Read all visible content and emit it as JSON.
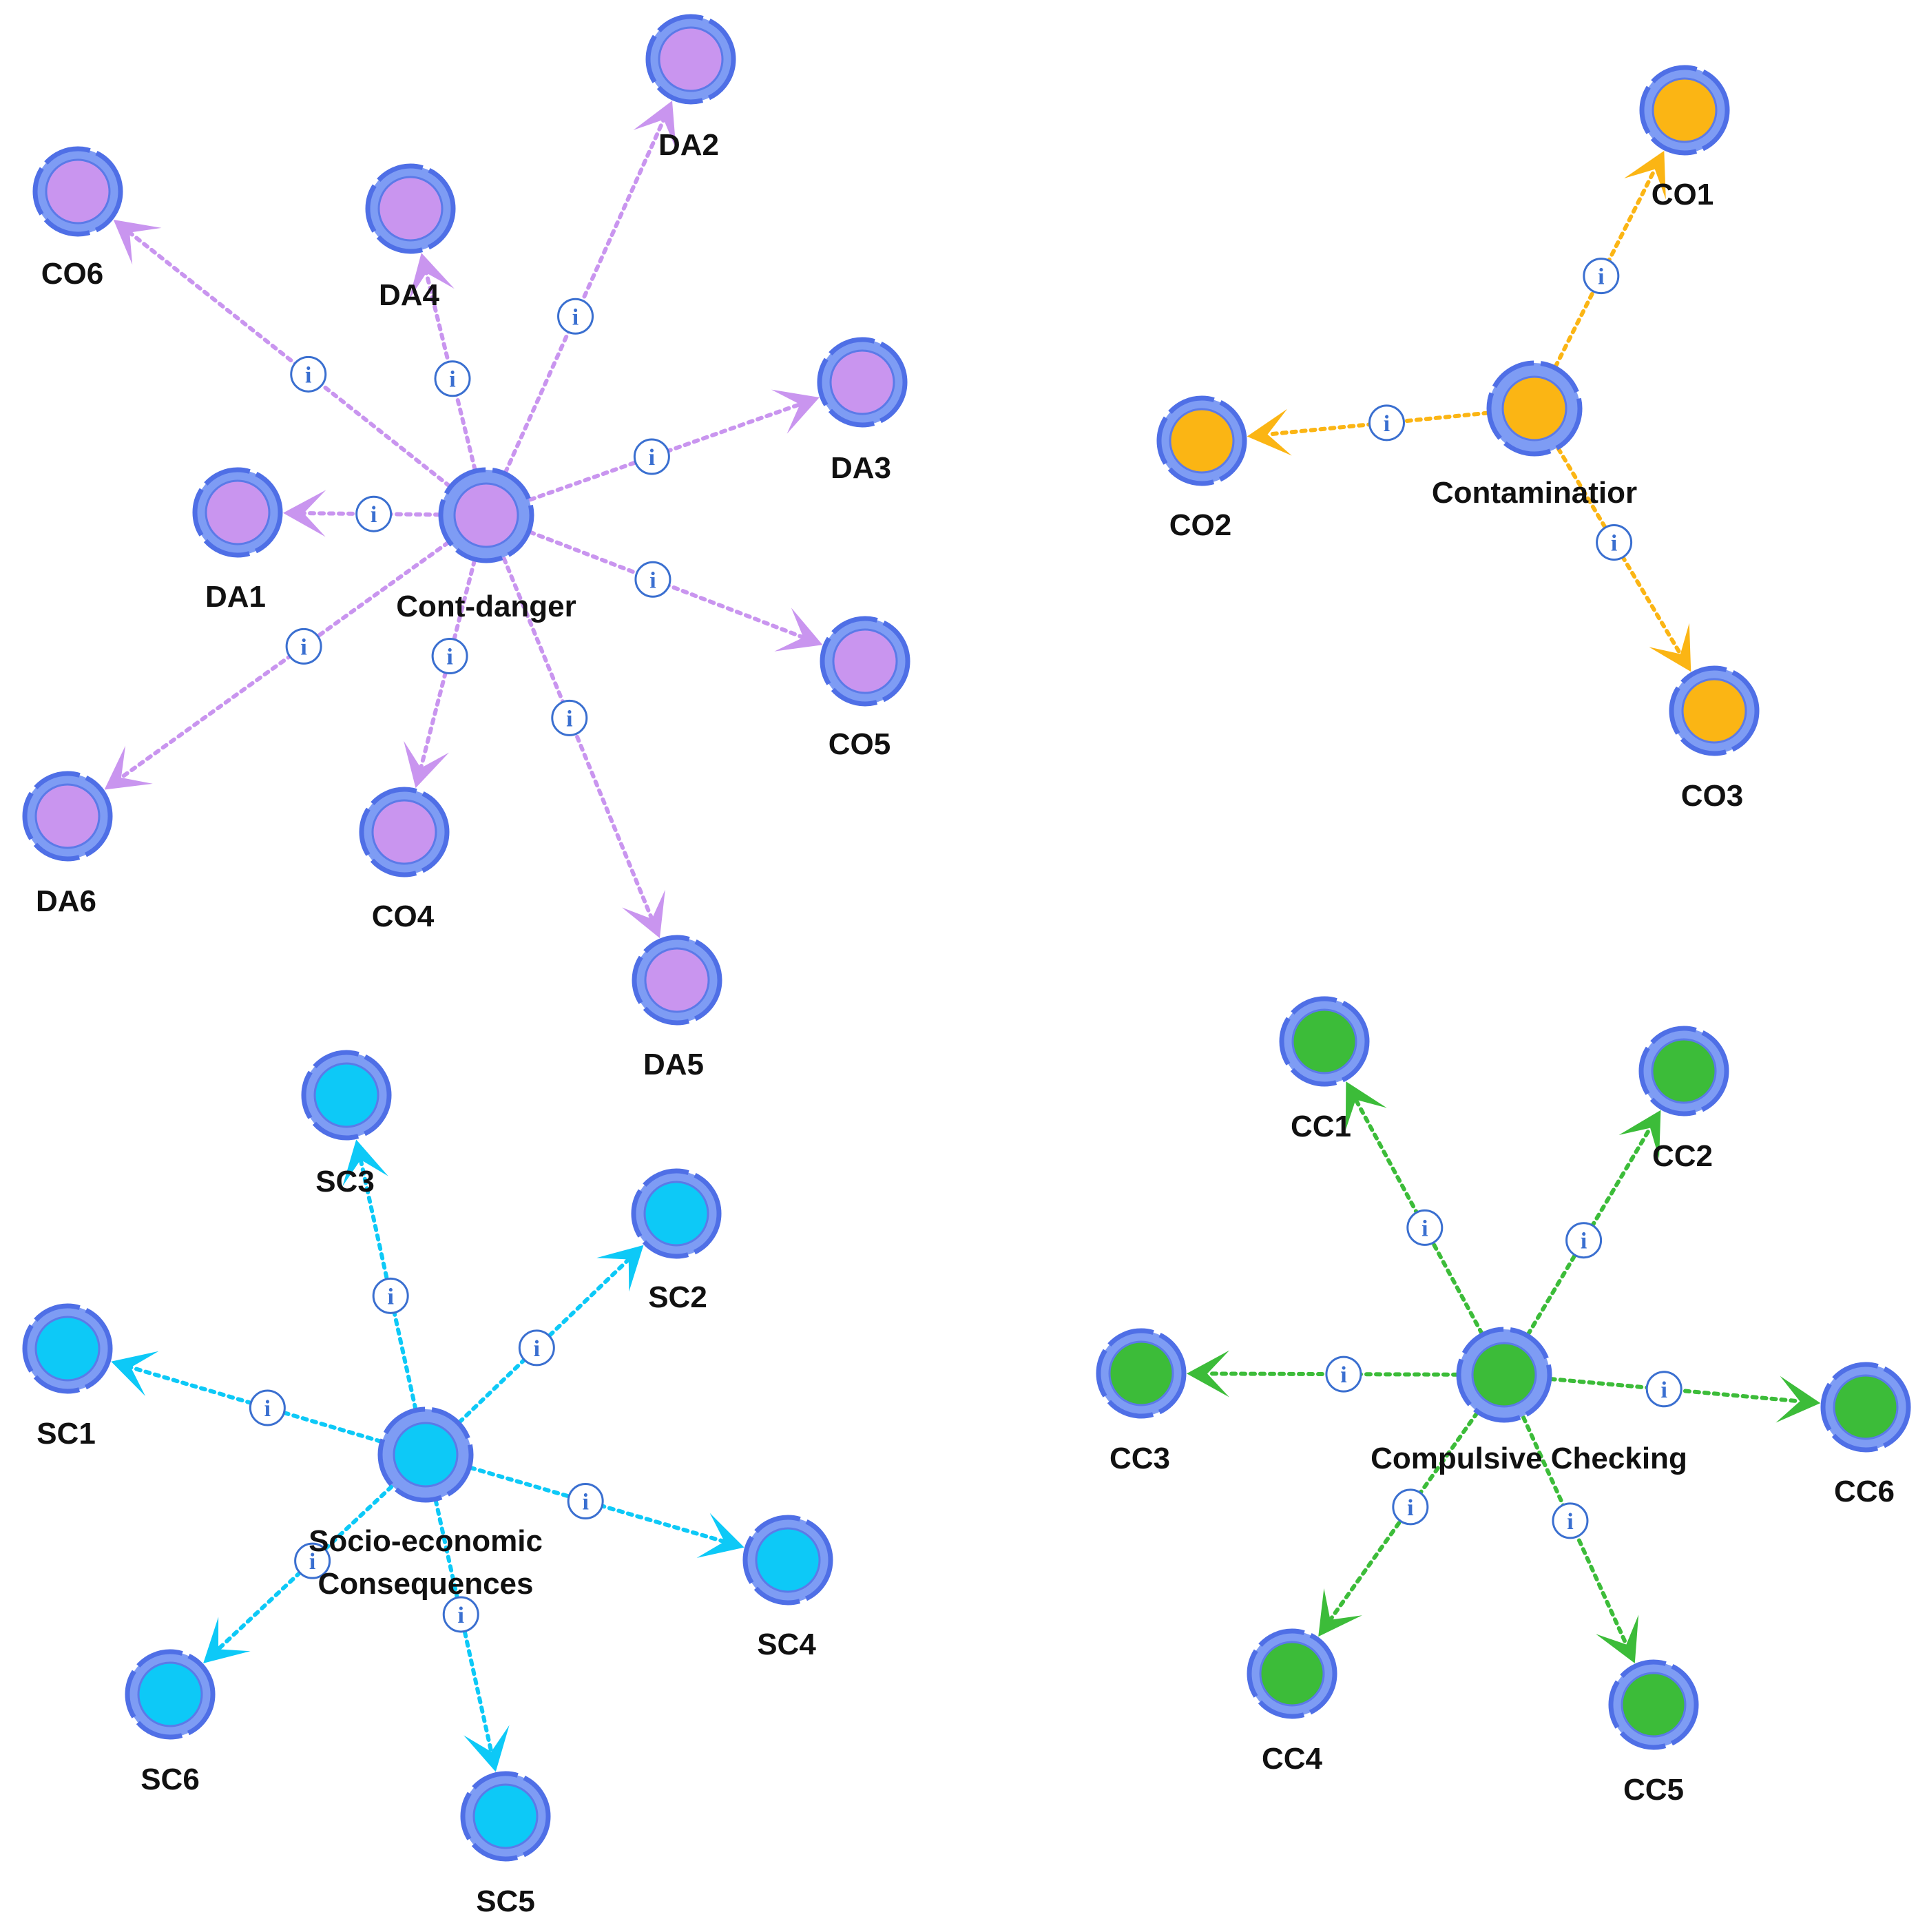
{
  "groups": [
    {
      "id": "cont-danger",
      "color": "#c995ef",
      "hub": "Cont-danger",
      "leaves": [
        "DA2",
        "DA4",
        "CO6",
        "DA3",
        "DA1",
        "CO5",
        "DA6",
        "CO4",
        "DA5"
      ]
    },
    {
      "id": "contamination",
      "color": "#fbb514",
      "hub": "Contaminatior",
      "leaves": [
        "CO1",
        "CO2",
        "CO3"
      ]
    },
    {
      "id": "socio-economic",
      "color": "#0dc9f7",
      "hub_lines": [
        "Socio-economic",
        "Consequences"
      ],
      "leaves": [
        "SC3",
        "SC2",
        "SC1",
        "SC4",
        "SC6",
        "SC5"
      ]
    },
    {
      "id": "compulsive-checking",
      "color": "#3cbc39",
      "hub": "Compulsive Checking",
      "leaves": [
        "CC1",
        "CC2",
        "CC3",
        "CC6",
        "CC4",
        "CC5"
      ]
    }
  ],
  "info_icon_glyph": "i",
  "node_ring_color": "#4f6fe6",
  "node_ring_fill": "#7e9cf4"
}
